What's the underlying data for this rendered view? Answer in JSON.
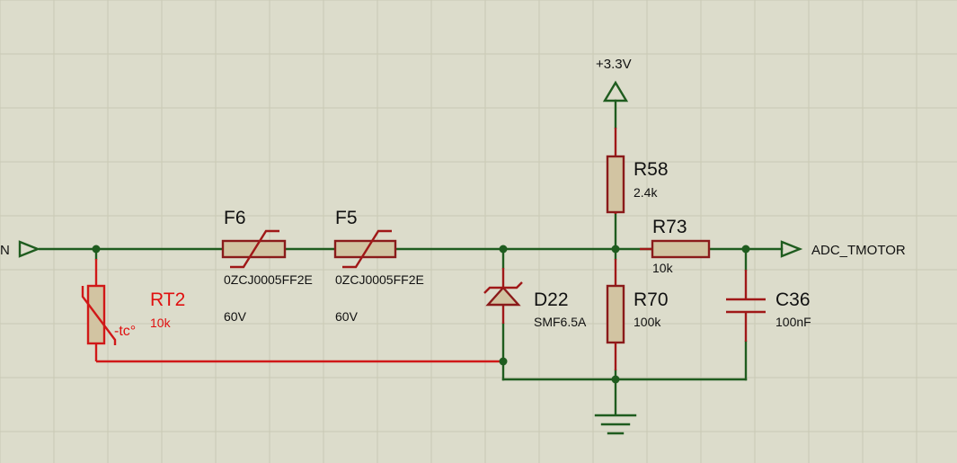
{
  "components": {
    "f6": {
      "ref": "F6",
      "part": "0ZCJ0005FF2E",
      "rating": "60V"
    },
    "f5": {
      "ref": "F5",
      "part": "0ZCJ0005FF2E",
      "rating": "60V"
    },
    "rt2": {
      "ref": "RT2",
      "value": "10k",
      "symbol": "-tc°"
    },
    "d22": {
      "ref": "D22",
      "value": "SMF6.5A"
    },
    "r58": {
      "ref": "R58",
      "value": "2.4k"
    },
    "r70": {
      "ref": "R70",
      "value": "100k"
    },
    "r73": {
      "ref": "R73",
      "value": "10k"
    },
    "c36": {
      "ref": "C36",
      "value": "100nF"
    }
  },
  "nets": {
    "input": "N",
    "output": "ADC_TMOTOR",
    "supply": "+3.3V"
  },
  "colors": {
    "background": "#dcdccb",
    "wire": "#1f5c1f",
    "component_outline": "#8a1a1a",
    "component_fill": "#d2c4a2",
    "highlight": "#e01010"
  }
}
